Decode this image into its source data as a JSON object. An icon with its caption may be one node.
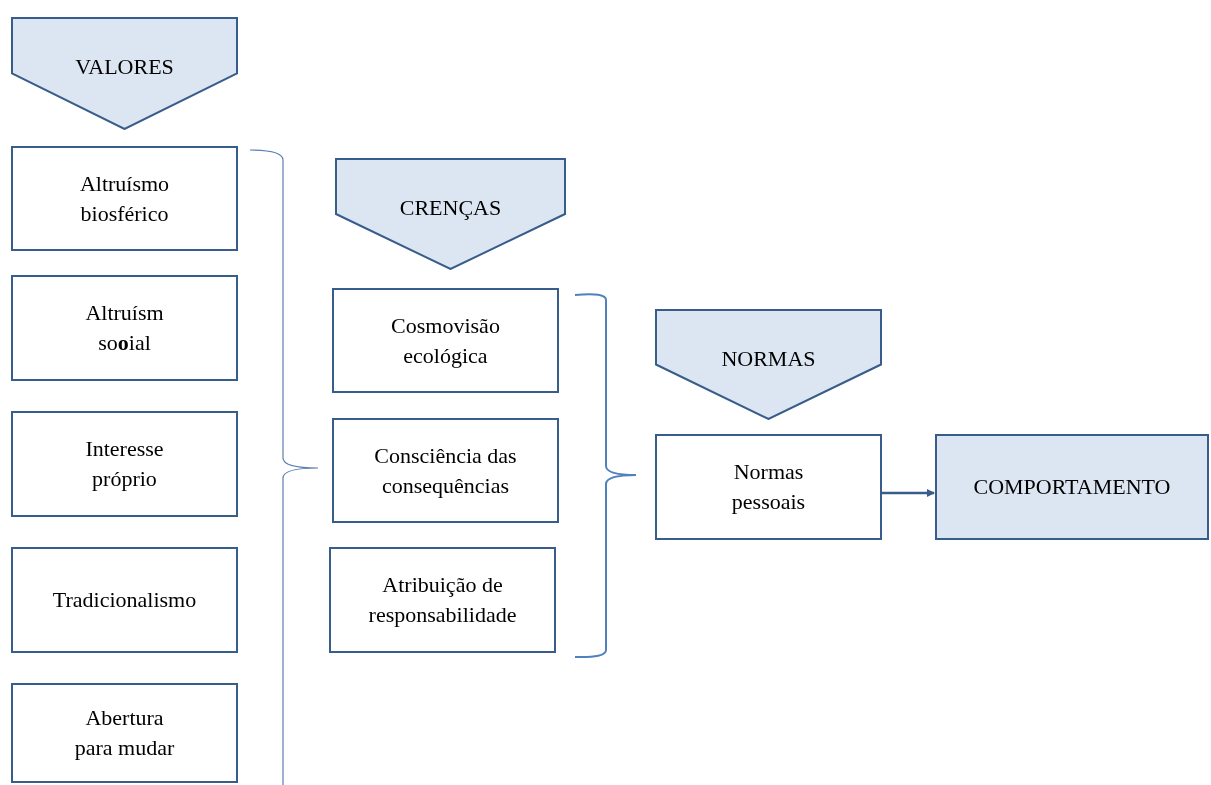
{
  "diagram": {
    "nodes": [
      {
        "text": [
          "VALORES"
        ]
      },
      {
        "text": [
          "Altruísmo biosférico"
        ]
      },
      {
        "text": [
          "Altruísm so**o**ial"
        ]
      },
      {
        "text": [
          "Interesse próprio"
        ]
      },
      {
        "text": [
          "Tradicionalismo"
        ]
      },
      {
        "text": [
          "Abertura para mudar"
        ]
      },
      {
        "text": [
          "CRENÇAS"
        ]
      },
      {
        "text": [
          "Cosmovisão ecológica"
        ]
      },
      {
        "text": [
          "Consciência das consequências"
        ]
      },
      {
        "text": [
          "Atribuição de responsabilidade"
        ]
      },
      {
        "text": [
          "NORMAS"
        ]
      },
      {
        "text": [
          "Normas pessoais"
        ]
      },
      {
        "text": [
          "COMPORTAMENTO"
        ]
      }
    ],
    "edges": [
      {
        "from": 11,
        "to": 12,
        "arrow": "to"
      }
    ]
  }
}
